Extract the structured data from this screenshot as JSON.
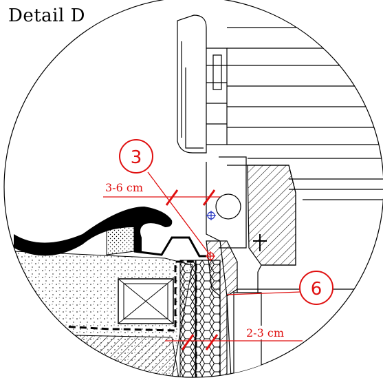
{
  "title": "Detail D",
  "callouts": [
    {
      "number": "3"
    },
    {
      "number": "6"
    }
  ],
  "dimensions": [
    {
      "label": "3-6 cm"
    },
    {
      "label": "2-3 cm"
    }
  ],
  "colors": {
    "annotation": "#e01010",
    "line": "#000000",
    "background": "#ffffff",
    "marker": "#2030c0"
  }
}
